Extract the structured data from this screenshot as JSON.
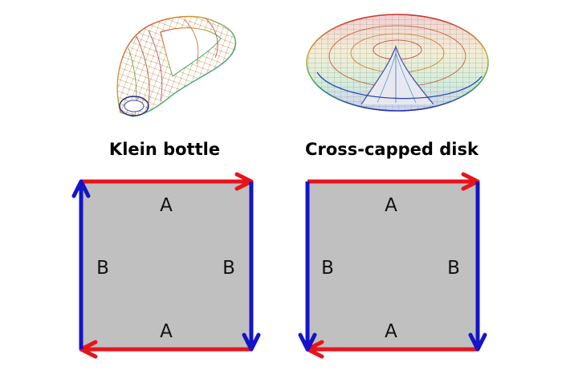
{
  "figures": [
    {
      "title": "Klein bottle",
      "surface_icon": "klein-bottle-wireframe-icon",
      "labels": {
        "top": "A",
        "bottom": "A",
        "left": "B",
        "right": "B"
      },
      "edges": {
        "top": {
          "color": "#e8141c",
          "direction": "right"
        },
        "bottom": {
          "color": "#e8141c",
          "direction": "left"
        },
        "left": {
          "color": "#1414c8",
          "direction": "up"
        },
        "right": {
          "color": "#1414c8",
          "direction": "down"
        }
      }
    },
    {
      "title": "Cross-capped disk",
      "surface_icon": "cross-capped-disk-wireframe-icon",
      "labels": {
        "top": "A",
        "bottom": "A",
        "left": "B",
        "right": "B"
      },
      "edges": {
        "top": {
          "color": "#e8141c",
          "direction": "right"
        },
        "bottom": {
          "color": "#e8141c",
          "direction": "left"
        },
        "left": {
          "color": "#1414c8",
          "direction": "down"
        },
        "right": {
          "color": "#1414c8",
          "direction": "down"
        }
      }
    }
  ],
  "colors": {
    "square_fill": "#c0c0c0",
    "red_edge": "#e8141c",
    "blue_edge": "#1414c8"
  }
}
